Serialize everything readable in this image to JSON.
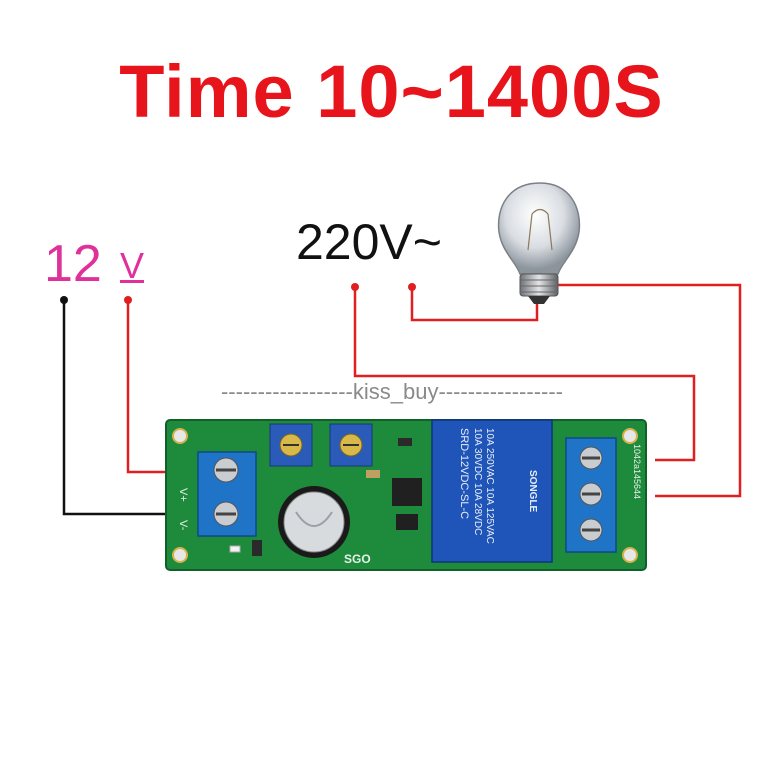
{
  "title": "Time 10~1400S",
  "supply": {
    "number": "12",
    "unit": "V"
  },
  "load_voltage": "220V~",
  "watermark": "------------------kiss_buy-----------------",
  "terminals": {
    "plus": "V+",
    "minus": "V-"
  },
  "relay": {
    "line1": "10A 250VAC  10A 125VAC",
    "line2": "10A  30VDC  10A  28VDC",
    "model": "SRD-12VDC-SL-C",
    "brand": "SONGLE"
  },
  "pcb_code": "1042a145644",
  "pcb_mark": "SGO",
  "colors": {
    "title": "#e8141b",
    "supply_label": "#e0309a",
    "wire_red": "#e02020",
    "wire_black": "#111111",
    "pcb": "#1e8a3c",
    "relay": "#1f55b8",
    "terminal": "#1f74c8"
  }
}
